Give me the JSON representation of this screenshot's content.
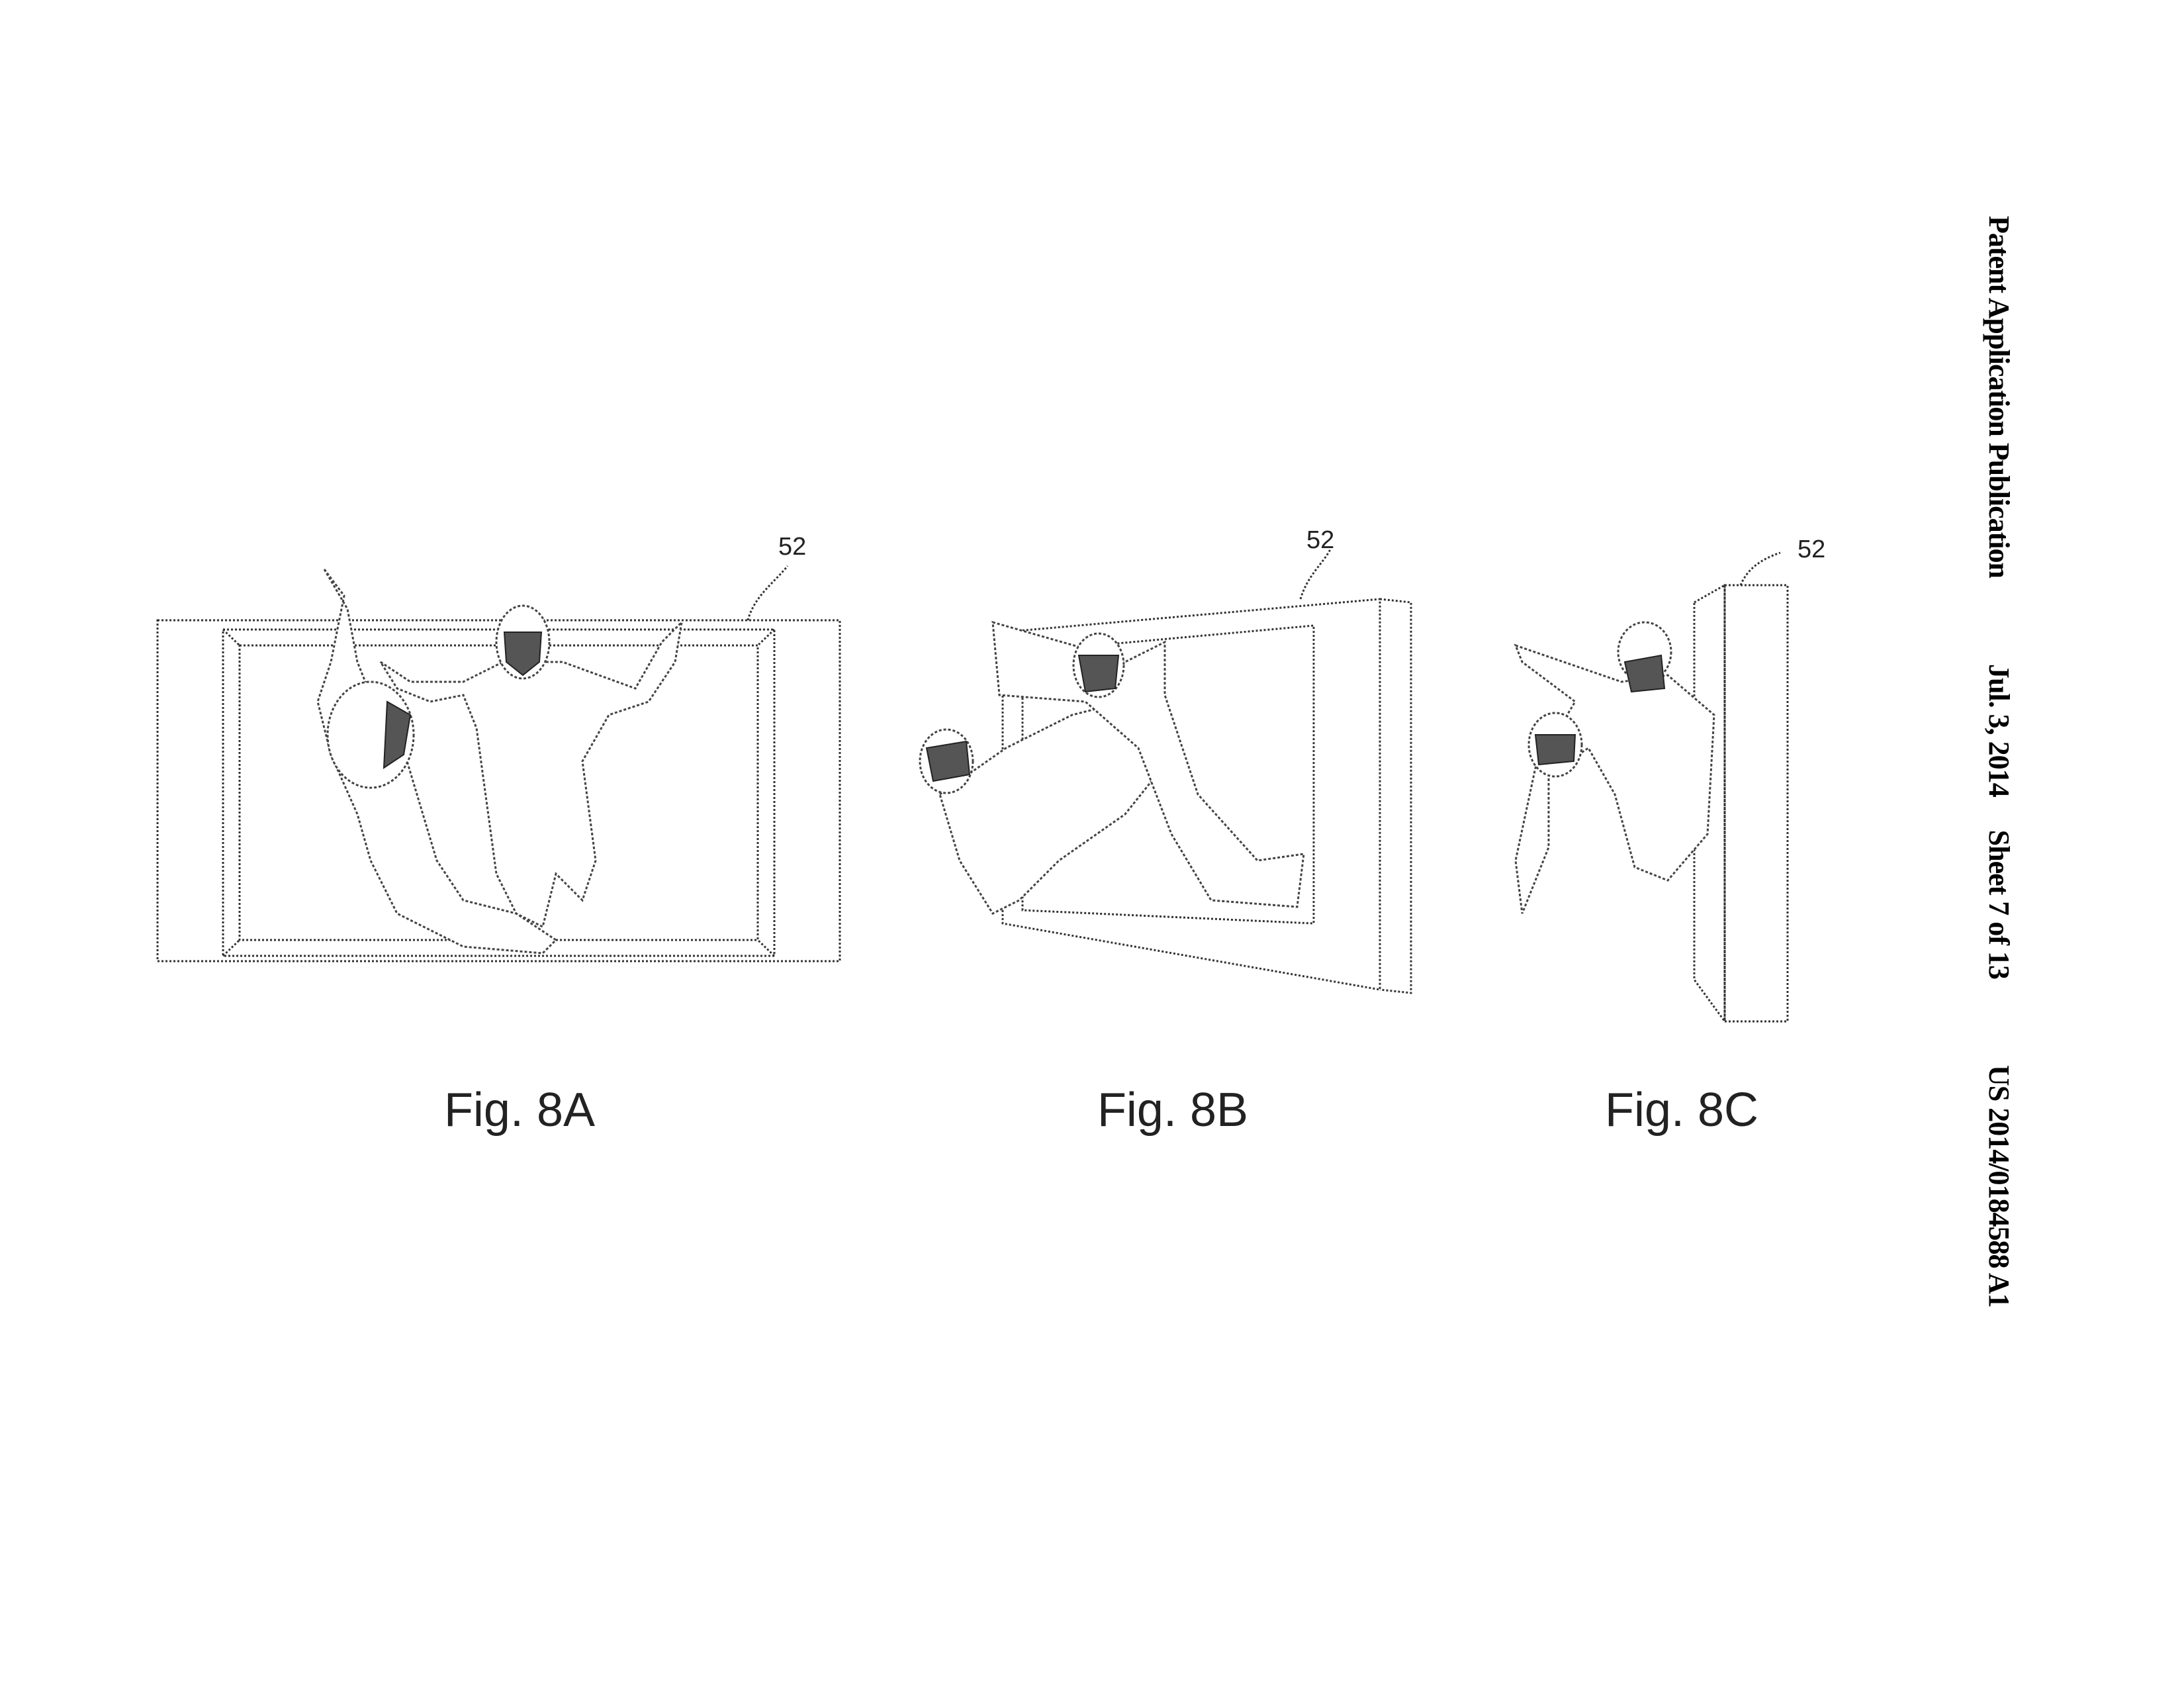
{
  "header": {
    "publication": "Patent Application Publication",
    "date": "Jul. 3, 2014",
    "sheet": "Sheet 7 of 13",
    "number": "US 2014/0184588 A1"
  },
  "figures": [
    {
      "caption": "Fig. 8A",
      "reference": "52"
    },
    {
      "caption": "Fig. 8B",
      "reference": "52"
    },
    {
      "caption": "Fig. 8C",
      "reference": "52"
    }
  ]
}
